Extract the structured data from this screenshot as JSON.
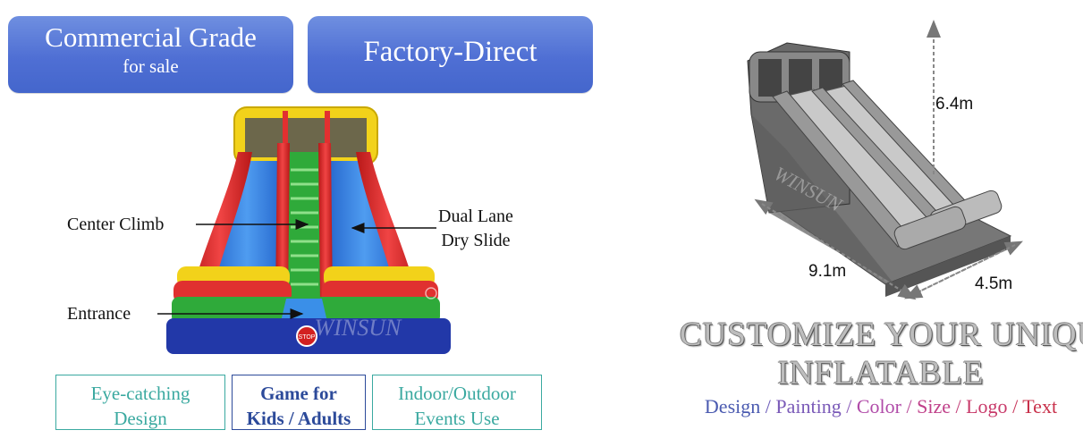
{
  "banners": {
    "commercial_line1": "Commercial Grade",
    "commercial_line2": "for sale",
    "factory": "Factory-Direct"
  },
  "callouts": {
    "center_climb": "Center Climb",
    "dual_lane_line1": "Dual Lane",
    "dual_lane_line2": "Dry Slide",
    "entrance": "Entrance"
  },
  "product_image": {
    "brand_watermark": "WINSUN",
    "stop_sign": "STOP"
  },
  "features": [
    {
      "line1": "Eye-catching",
      "line2": "Design",
      "color": "#3aa9a0"
    },
    {
      "line1": "Game for",
      "line2": "Kids / Adults",
      "color": "#2c4a9a"
    },
    {
      "line1": "Indoor/Outdoor",
      "line2": "Events Use",
      "color": "#3aa9a0"
    }
  ],
  "dimensions": {
    "height": "6.4m",
    "length": "9.1m",
    "width": "4.5m"
  },
  "customize": {
    "line1": "CUSTOMIZE YOUR UNIQUE",
    "line2": "INFLATABLE",
    "options": [
      {
        "label": "Design",
        "color": "#4a5ab0"
      },
      {
        "label": "Painting",
        "color": "#7a5ab8"
      },
      {
        "label": "Color",
        "color": "#b04aa8"
      },
      {
        "label": "Size",
        "color": "#c0408a"
      },
      {
        "label": "Logo",
        "color": "#c83a6a"
      },
      {
        "label": "Text",
        "color": "#c8304a"
      }
    ],
    "separator": " / "
  },
  "colors": {
    "banner_blue": "#5577d8",
    "slide_red": "#e02a2a",
    "slide_blue": "#2f7fe0",
    "slide_green": "#2faa3a",
    "slide_yellow": "#f2d21a",
    "base_navy": "#2238a8"
  }
}
